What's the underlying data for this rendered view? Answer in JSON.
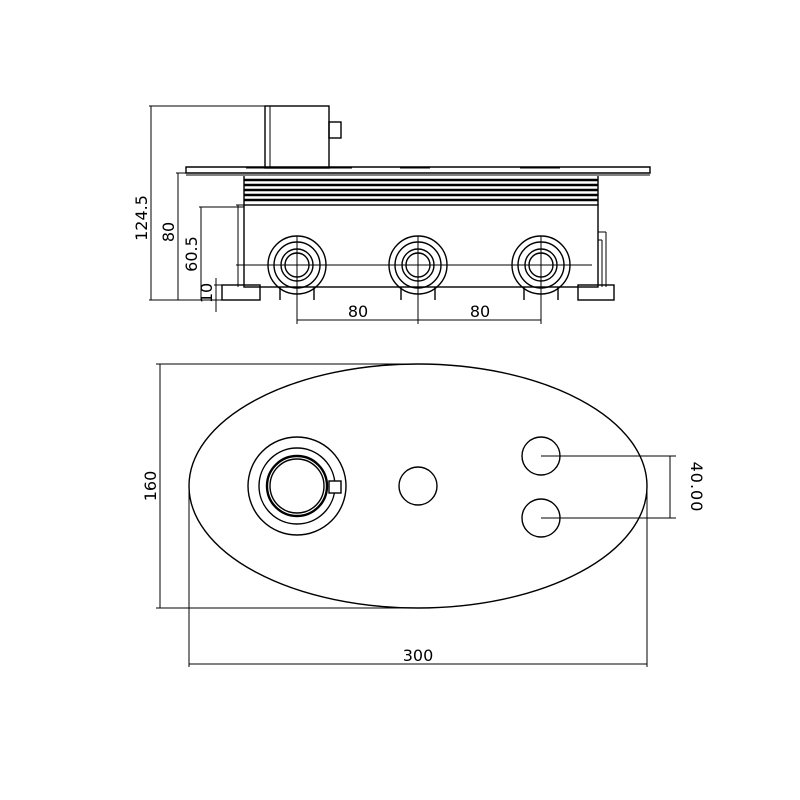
{
  "side_view": {
    "dims": {
      "total_height": "124.5",
      "plate_height": "80",
      "outlet_height": "60.5",
      "base_height": "10",
      "spacing_left": "80",
      "spacing_right": "80"
    }
  },
  "front_view": {
    "dims": {
      "height": "160",
      "width": "300",
      "button_spacing": "40.00"
    }
  }
}
